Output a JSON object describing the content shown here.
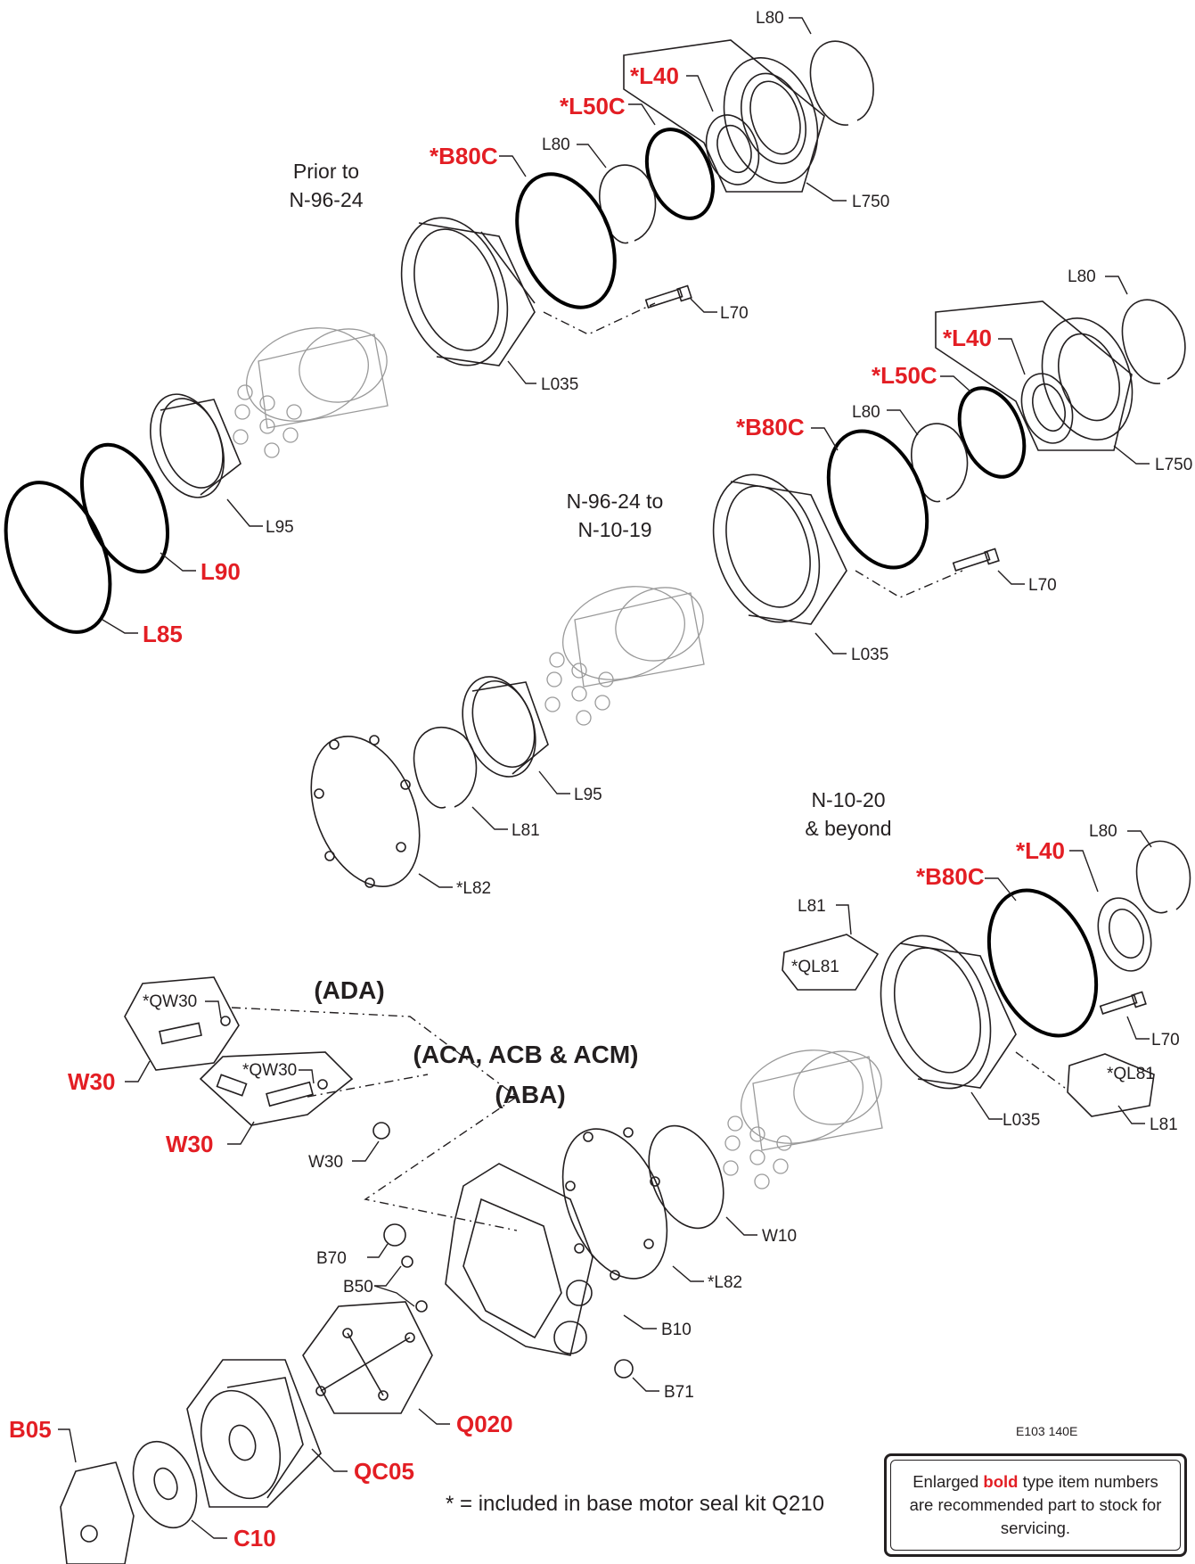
{
  "document_code": "E103 140E",
  "footnote": "* = included in base motor seal kit Q210",
  "legend": {
    "prefix": "Enlarged",
    "bold_word": "bold",
    "suffix": "type item numbers are recommended part to stock for servicing."
  },
  "eras": {
    "prior_line1": "Prior to",
    "prior_line2": "N-96-24",
    "mid_line1": "N-96-24 to",
    "mid_line2": "N-10-19",
    "late_line1": "N-10-20",
    "late_line2": "& beyond"
  },
  "groups": {
    "ada": "(ADA)",
    "aca": "(ACA, ACB & ACM)",
    "aba": "(ABA)"
  },
  "labels": {
    "top_l80_a": "L80",
    "top_l40": "*L40",
    "top_l50c": "*L50C",
    "top_l80_b": "L80",
    "top_b80c": "*B80C",
    "top_l750": "L750",
    "top_l70": "L70",
    "top_l035": "L035",
    "top_l95": "L95",
    "top_l90": "L90",
    "top_l85": "L85",
    "mid_l80_a": "L80",
    "mid_l40": "*L40",
    "mid_l50c": "*L50C",
    "mid_l80_b": "L80",
    "mid_b80c": "*B80C",
    "mid_l750": "L750",
    "mid_l70": "L70",
    "mid_l035": "L035",
    "mid_l95": "L95",
    "mid_l81": "L81",
    "mid_l82": "*L82",
    "low_l80": "L80",
    "low_l40": "*L40",
    "low_b80c": "*B80C",
    "low_l81_a": "L81",
    "low_ql81_a": "*QL81",
    "low_l70": "L70",
    "low_ql81_b": "*QL81",
    "low_l035": "L035",
    "low_l81_b": "L81",
    "qw30_a": "*QW30",
    "w30_a": "W30",
    "qw30_b": "*QW30",
    "w30_b": "W30",
    "w30_c": "W30",
    "w10": "W10",
    "l82_low": "*L82",
    "b70": "B70",
    "b50": "B50",
    "b10": "B10",
    "b71": "B71",
    "q020": "Q020",
    "qc05": "QC05",
    "b05": "B05",
    "c10": "C10"
  },
  "colors": {
    "recommended_part": "#e31e24",
    "line": "#231f20"
  }
}
